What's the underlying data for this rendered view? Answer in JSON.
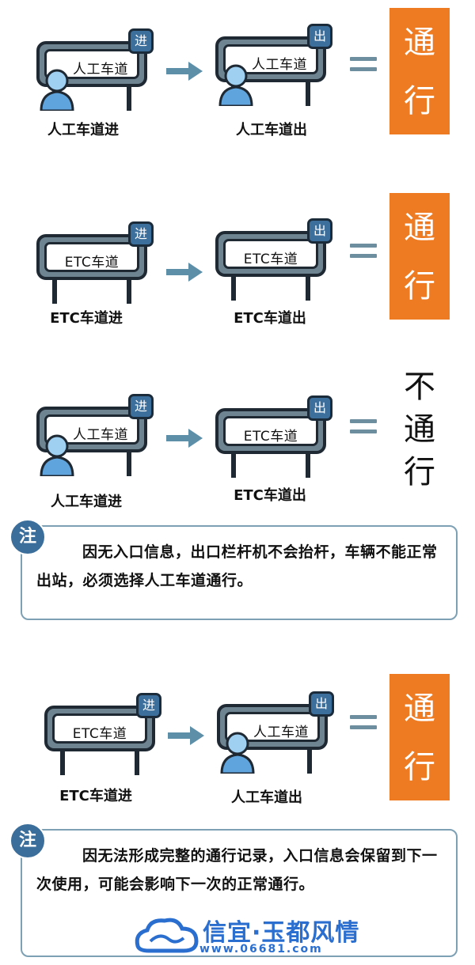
{
  "scenarios": [
    {
      "entry": {
        "board": "人工车道",
        "tag": "进",
        "label": "人工车道进"
      },
      "exit": {
        "board": "人工车道",
        "tag": "出",
        "label": "人工车道出"
      },
      "result": {
        "chars": [
          "通",
          "行"
        ]
      }
    },
    {
      "entry": {
        "board": "ETC车道",
        "tag": "进",
        "label": "ETC车道进"
      },
      "exit": {
        "board": "ETC车道",
        "tag": "出",
        "label": "ETC车道出"
      },
      "result": {
        "chars": [
          "通",
          "行"
        ]
      }
    },
    {
      "entry": {
        "board": "人工车道",
        "tag": "进",
        "label": "人工车道进"
      },
      "exit": {
        "board": "ETC车道",
        "tag": "出",
        "label": "ETC车道出"
      },
      "result": {
        "chars": [
          "不",
          "通",
          "行"
        ]
      }
    },
    {
      "entry": {
        "board": "ETC车道",
        "tag": "进",
        "label": "ETC车道进"
      },
      "exit": {
        "board": "人工车道",
        "tag": "出",
        "label": "人工车道出"
      },
      "result": {
        "chars": [
          "通",
          "行"
        ]
      }
    }
  ],
  "notes": [
    {
      "badge": "注",
      "text": "因无入口信息，出口栏杆机不会抬杆，车辆不能正常出站，必须选择人工车道通行。"
    },
    {
      "badge": "注",
      "text": "因无法形成完整的通行记录，入口信息会保留到下一次使用，可能会影响下一次的正常通行。"
    }
  ],
  "watermark": {
    "title": "信宜·玉都风情",
    "url": "www.06681.com"
  },
  "colors": {
    "result_bg": "#ee7a21",
    "tag_bg": "#3d6f9c",
    "note_border": "#7ea0b4",
    "arrow": "#5d8fa8"
  }
}
